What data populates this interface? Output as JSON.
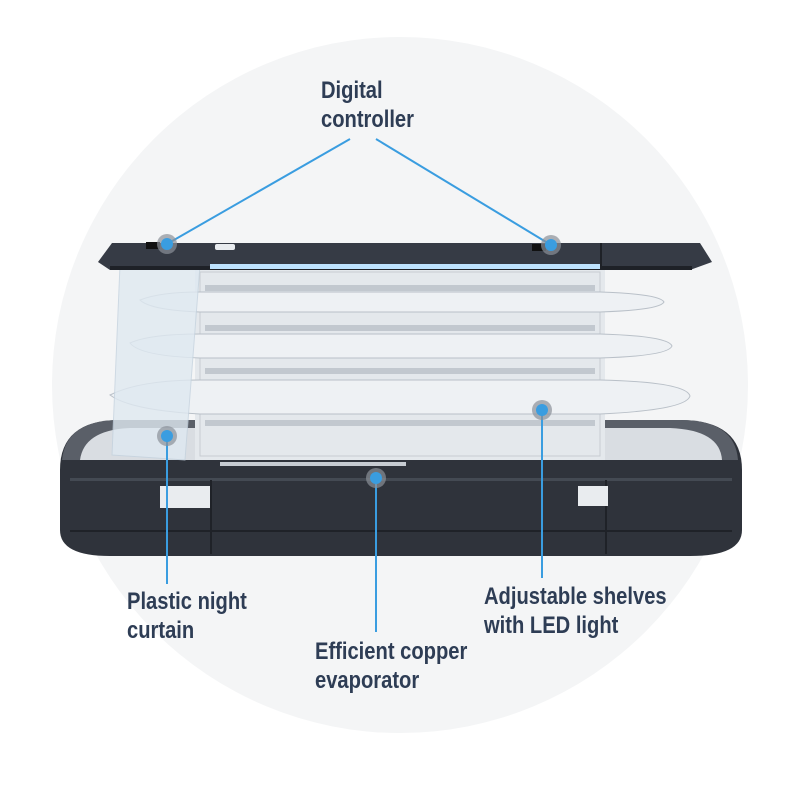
{
  "callouts": {
    "digital_controller": {
      "line1": "Digital",
      "line2": "controller"
    },
    "plastic_curtain": {
      "line1": "Plastic night",
      "line2": "curtain"
    },
    "copper_evaporator": {
      "line1": "Efficient copper",
      "line2": "evaporator"
    },
    "adjustable_shelves": {
      "line1": "Adjustable shelves",
      "line2": "with LED light"
    }
  },
  "colors": {
    "label_text": "#2e3d55",
    "callout_line": "#3a9de0",
    "background_circle": "#f4f5f6",
    "cabinet_dark": "#2f333b"
  }
}
